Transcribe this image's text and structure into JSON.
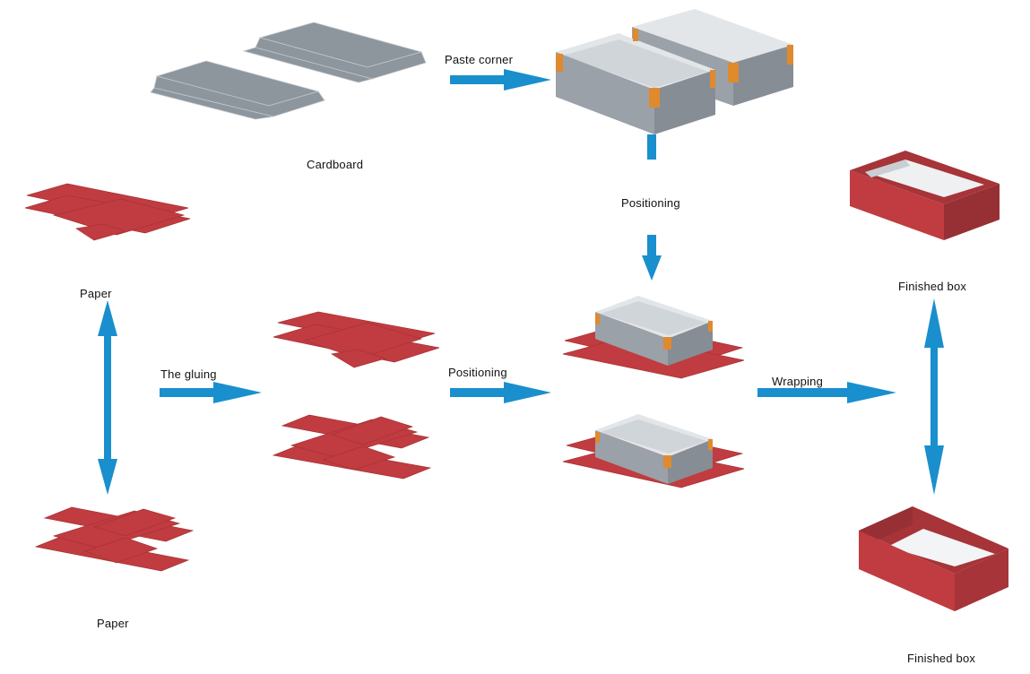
{
  "labels": {
    "cardboard": "Cardboard",
    "paste_corner": "Paste corner",
    "positioning_top": "Positioning",
    "paper_top": "Paper",
    "paper_bottom": "Paper",
    "the_gluing": "The gluing",
    "positioning_mid": "Positioning",
    "wrapping": "Wrapping",
    "finished_box_top": "Finished box",
    "finished_box_bottom": "Finished box"
  },
  "colors": {
    "arrow": "#1a8fcd",
    "paper_red": "#c03c40",
    "paper_red_dark": "#a83236",
    "cardboard_gray": "#8d959d",
    "box_side_gray": "#9aa1a8",
    "box_inner": "#d8dde1",
    "corner_tape": "#e08a2e"
  }
}
